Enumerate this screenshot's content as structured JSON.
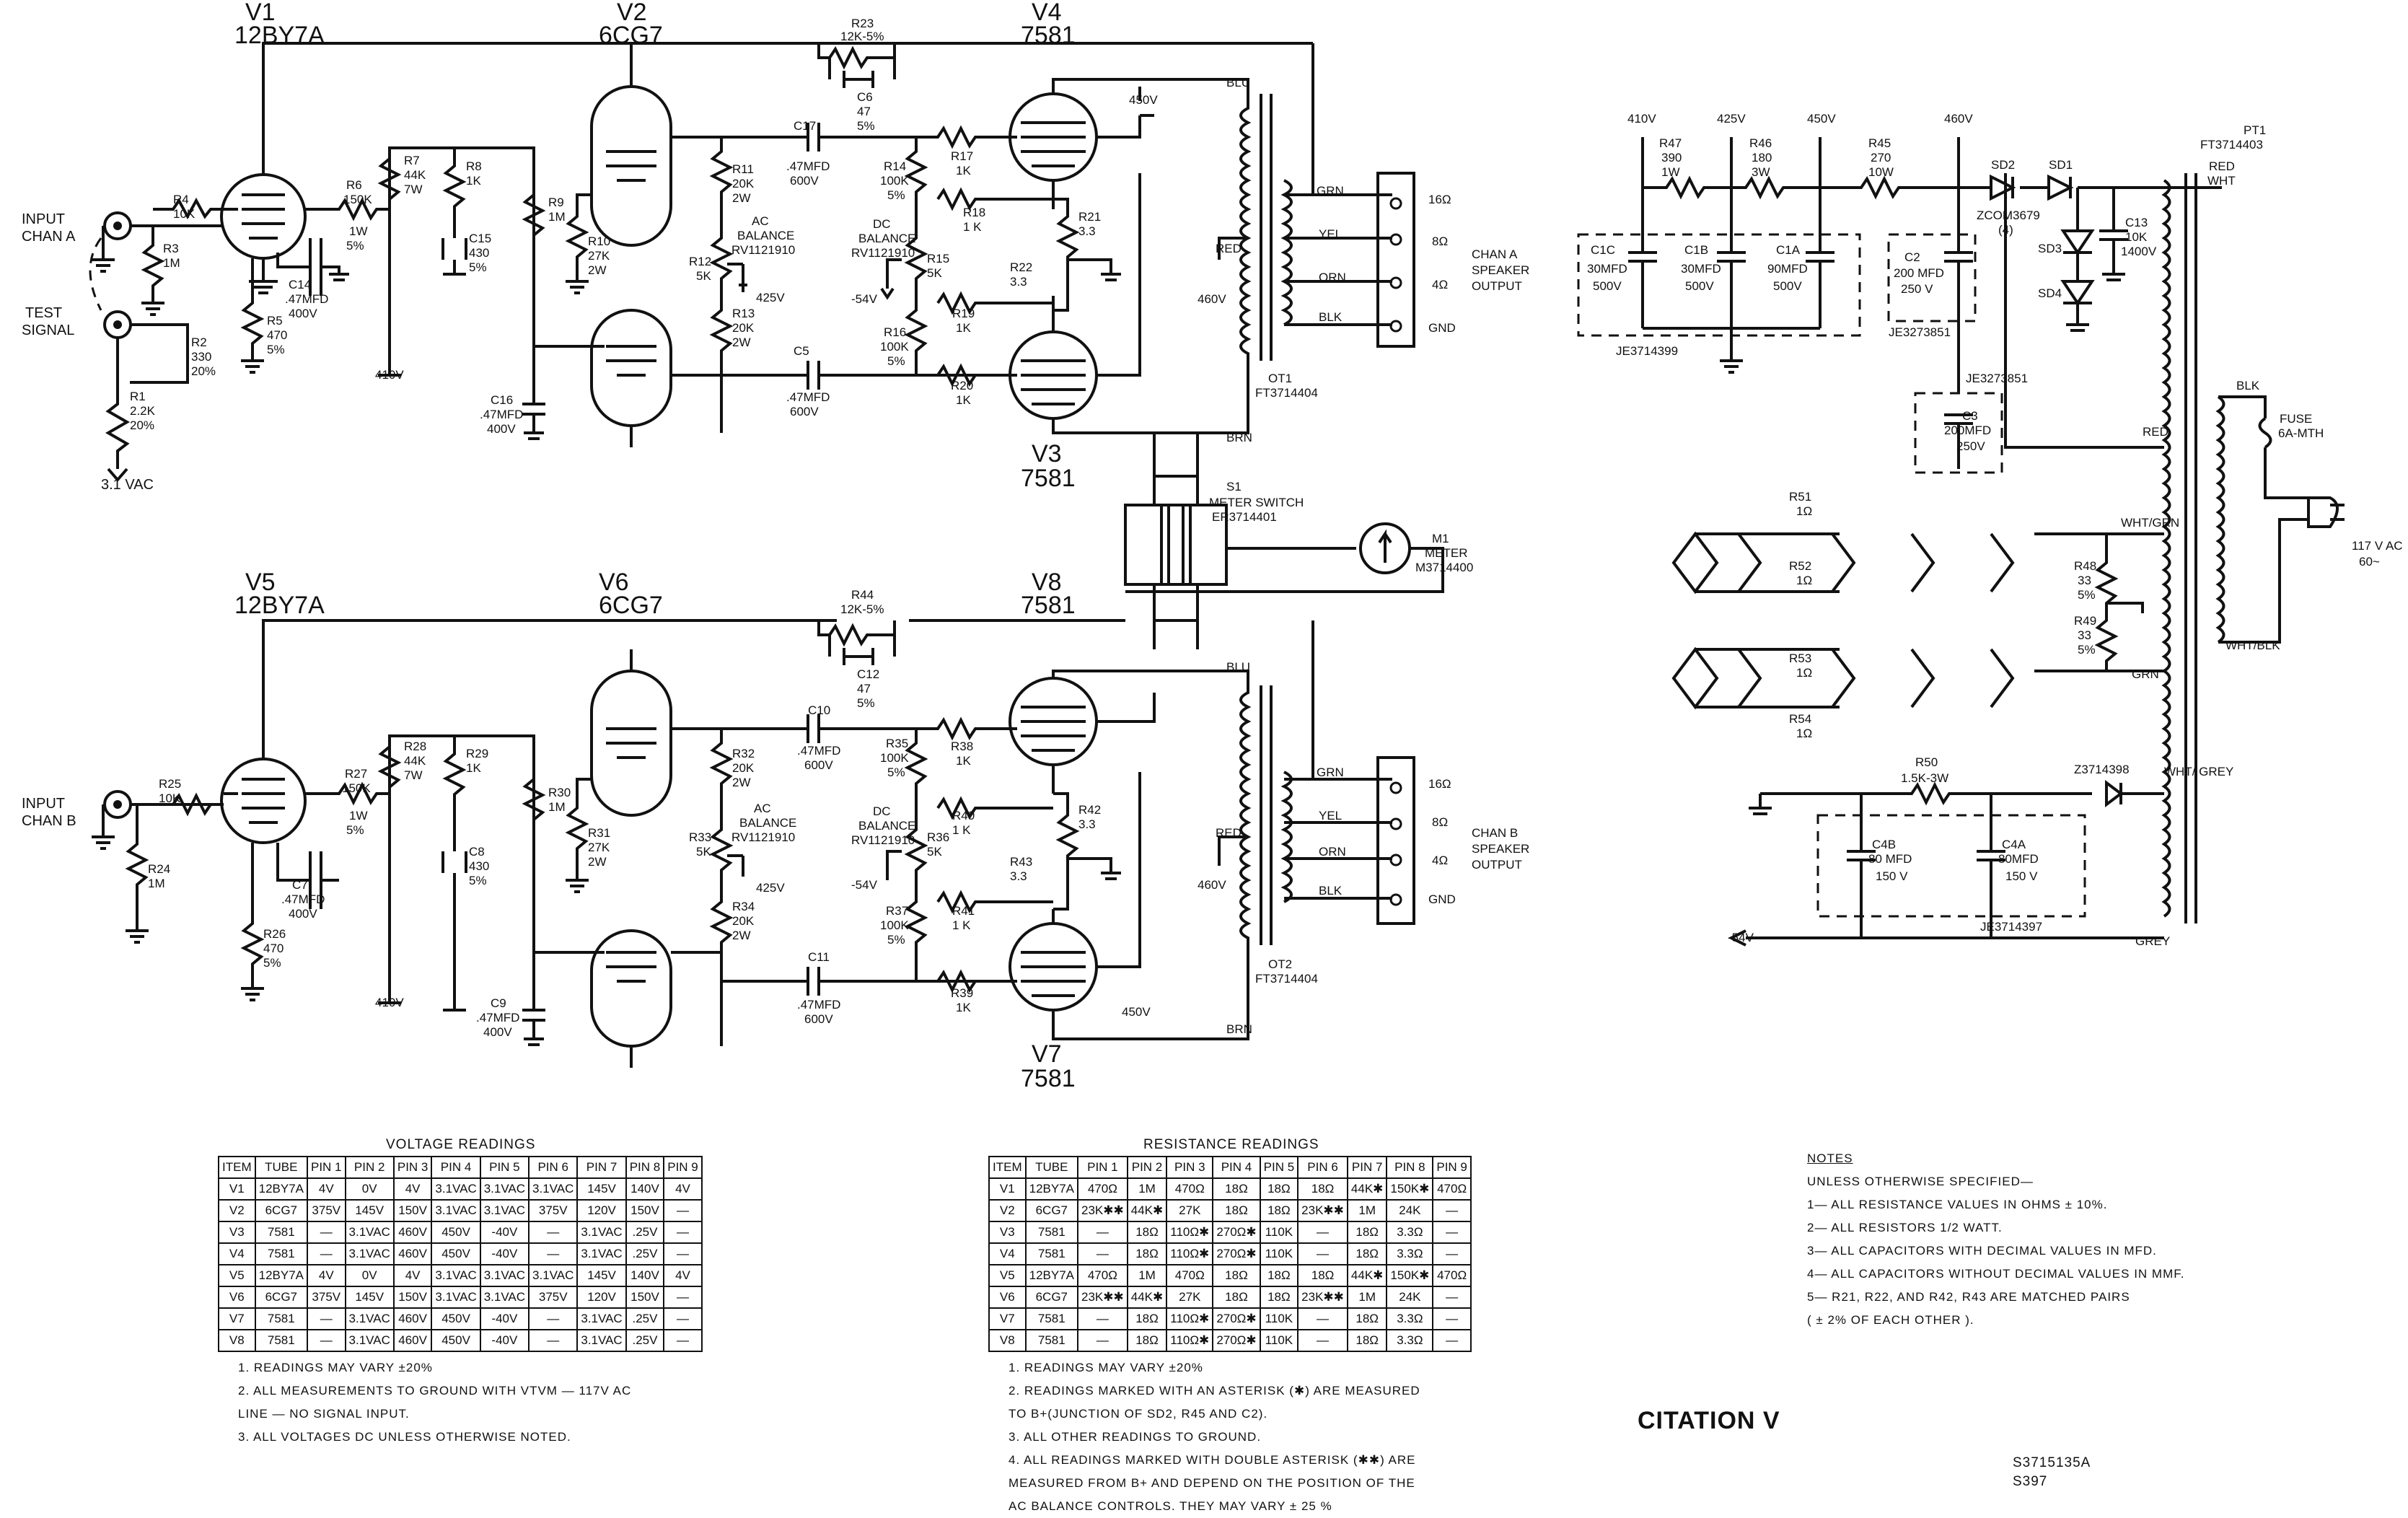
{
  "title": "CITATION V",
  "doc_number": [
    "S3715135A",
    "S397"
  ],
  "tubes": {
    "v1": {
      "ref": "V1",
      "type": "12BY7A"
    },
    "v2": {
      "ref": "V2",
      "type": "6CG7"
    },
    "v3": {
      "ref": "V3",
      "type": "7581"
    },
    "v4": {
      "ref": "V4",
      "type": "7581"
    },
    "v5": {
      "ref": "V5",
      "type": "12BY7A"
    },
    "v6": {
      "ref": "V6",
      "type": "6CG7"
    },
    "v7": {
      "ref": "V7",
      "type": "7581"
    },
    "v8": {
      "ref": "V8",
      "type": "7581"
    }
  },
  "inputs": {
    "chan_a": [
      "INPUT",
      "CHAN A"
    ],
    "test_signal": [
      "TEST",
      "SIGNAL"
    ],
    "chan_b": [
      "INPUT",
      "CHAN B"
    ],
    "supply_31vac": "3.1 VAC"
  },
  "components": {
    "r1": [
      "R1",
      "2.2K",
      "20%"
    ],
    "r2": [
      "R2",
      "330",
      "20%"
    ],
    "r3": [
      "R3",
      "1M"
    ],
    "r4": [
      "R4",
      "10K"
    ],
    "r5": [
      "R5",
      "470",
      "5%"
    ],
    "r6": [
      "R6",
      "150K",
      "1W",
      "5%"
    ],
    "r7": [
      "R7",
      "44K",
      "7W"
    ],
    "r8": [
      "R8",
      "1K"
    ],
    "c14": [
      "C14",
      ".47MFD",
      "400V"
    ],
    "c15": [
      "C15",
      "430",
      "5%"
    ],
    "r9": [
      "R9",
      "1M"
    ],
    "r10": [
      "R10",
      "27K",
      "2W"
    ],
    "c16": [
      "C16",
      ".47MFD",
      "400V"
    ],
    "r11": [
      "R11",
      "20K",
      "2W"
    ],
    "r12": [
      "R12",
      "5K"
    ],
    "ac_bal_a": [
      "AC",
      "BALANCE",
      "RV1121910"
    ],
    "r13": [
      "R13",
      "20K",
      "2W"
    ],
    "c17": [
      "C17",
      ".47MFD",
      "600V"
    ],
    "c5": [
      "C5",
      ".47MFD",
      "600V"
    ],
    "r23": [
      "R23",
      "12K-5%"
    ],
    "c6": [
      "C6",
      "47",
      "5%"
    ],
    "r14": [
      "R14",
      "100K",
      "5%"
    ],
    "r15": [
      "R15",
      "5K"
    ],
    "dc_bal_a": [
      "DC",
      "BALANCE",
      "RV1121910"
    ],
    "r16": [
      "R16",
      "100K",
      "5%"
    ],
    "r17": [
      "R17",
      "1K"
    ],
    "r18": [
      "R18",
      "1 K"
    ],
    "r19": [
      "R19",
      "1K"
    ],
    "r20": [
      "R20",
      "1K"
    ],
    "r21": [
      "R21",
      "3.3"
    ],
    "r22": [
      "R22",
      "3.3"
    ],
    "ot1": [
      "OT1",
      "FT3714404"
    ],
    "r24": [
      "R24",
      "1M"
    ],
    "r25": [
      "R25",
      "10K"
    ],
    "r26": [
      "R26",
      "470",
      "5%"
    ],
    "r27": [
      "R27",
      "150K",
      "1W",
      "5%"
    ],
    "r28": [
      "R28",
      "44K",
      "7W"
    ],
    "r29": [
      "R29",
      "1K"
    ],
    "c7": [
      "C7",
      ".47MFD",
      "400V"
    ],
    "c8": [
      "C8",
      "430",
      "5%"
    ],
    "r30": [
      "R30",
      "1M"
    ],
    "r31": [
      "R31",
      "27K",
      "2W"
    ],
    "c9": [
      "C9",
      ".47MFD",
      "400V"
    ],
    "r32": [
      "R32",
      "20K",
      "2W"
    ],
    "r33": [
      "R33",
      "5K"
    ],
    "ac_bal_b": [
      "AC",
      "BALANCE",
      "RV1121910"
    ],
    "r34": [
      "R34",
      "20K",
      "2W"
    ],
    "c10": [
      "C10",
      ".47MFD",
      "600V"
    ],
    "c11": [
      "C11",
      ".47MFD",
      "600V"
    ],
    "r44": [
      "R44",
      "12K-5%"
    ],
    "c12": [
      "C12",
      "47",
      "5%"
    ],
    "r35": [
      "R35",
      "100K",
      "5%"
    ],
    "r36": [
      "R36",
      "5K"
    ],
    "dc_bal_b": [
      "DC",
      "BALANCE",
      "RV1121910"
    ],
    "r37": [
      "R37",
      "100K",
      "5%"
    ],
    "r38": [
      "R38",
      "1K"
    ],
    "r39": [
      "R39",
      "1K"
    ],
    "r40": [
      "R40",
      "1 K"
    ],
    "r41": [
      "R41",
      "1 K"
    ],
    "r42": [
      "R42",
      "3.3"
    ],
    "r43": [
      "R43",
      "3.3"
    ],
    "ot2": [
      "OT2",
      "FT3714404"
    ],
    "s1": [
      "S1",
      "METER SWITCH",
      "ER3714401"
    ],
    "m1": [
      "M1",
      "METER",
      "M3714400"
    ],
    "r47": [
      "R47",
      "390",
      "1W"
    ],
    "r46": [
      "R46",
      "180",
      "3W"
    ],
    "r45": [
      "R45",
      "270",
      "10W"
    ],
    "c1c": [
      "C1C",
      "30MFD",
      "500V"
    ],
    "c1b": [
      "C1B",
      "30MFD",
      "500V"
    ],
    "c1a": [
      "C1A",
      "90MFD",
      "500V"
    ],
    "je3714399": "JE3714399",
    "c2": [
      "C2",
      "200 MFD",
      "250 V"
    ],
    "je3273851_a": "JE3273851",
    "je3273851_b": "JE3273851",
    "c3": [
      "C3",
      "200MFD",
      "250V"
    ],
    "sd1": "SD1",
    "sd2": "SD2",
    "sd3": "SD3",
    "sd4": "SD4",
    "zcom": [
      "ZCOM3679",
      "(4)"
    ],
    "c13": [
      "C13",
      "10K",
      "1400V"
    ],
    "pt1": [
      "PT1",
      "FT3714403"
    ],
    "fuse": [
      "FUSE",
      "6A-MTH"
    ],
    "mains": [
      "117 V AC",
      "60~"
    ],
    "r51": [
      "R51",
      "1Ω"
    ],
    "r52": [
      "R52",
      "1Ω"
    ],
    "r53": [
      "R53",
      "1Ω"
    ],
    "r54": [
      "R54",
      "1Ω"
    ],
    "r48": [
      "R48",
      "33",
      "5%"
    ],
    "r49": [
      "R49",
      "33",
      "5%"
    ],
    "r50": [
      "R50",
      "1.5K-3W"
    ],
    "z3714398": "Z3714398",
    "c4b": [
      "C4B",
      "80 MFD",
      "150 V"
    ],
    "c4a": [
      "C4A",
      "80MFD",
      "150 V"
    ],
    "je3714397": "JE3714397"
  },
  "voltages": {
    "v410": "410V",
    "v425": "425V",
    "v450": "450V",
    "v460": "460V",
    "vneg54": "-54V",
    "vneg54_ps": "-54V"
  },
  "speaker": {
    "labels_a": [
      "CHAN A",
      "SPEAKER",
      "OUTPUT"
    ],
    "labels_b": [
      "CHAN B",
      "SPEAKER",
      "OUTPUT"
    ],
    "taps": [
      "16Ω",
      "8Ω",
      "4Ω",
      "GND"
    ]
  },
  "wire_colors": [
    "BLU",
    "GRN",
    "YEL",
    "ORN",
    "BLK",
    "RED",
    "BRN",
    "WHT",
    "GREY",
    "WHT/GRN",
    "WHT/BLK",
    "WHT/ GREY"
  ],
  "voltage_table": {
    "title": "VOLTAGE READINGS",
    "headers": [
      "ITEM",
      "TUBE",
      "PIN 1",
      "PIN 2",
      "PIN 3",
      "PIN 4",
      "PIN 5",
      "PIN 6",
      "PIN 7",
      "PIN 8",
      "PIN 9"
    ],
    "rows": [
      [
        "V1",
        "12BY7A",
        "4V",
        "0V",
        "4V",
        "3.1VAC",
        "3.1VAC",
        "3.1VAC",
        "145V",
        "140V",
        "4V"
      ],
      [
        "V2",
        "6CG7",
        "375V",
        "145V",
        "150V",
        "3.1VAC",
        "3.1VAC",
        "375V",
        "120V",
        "150V",
        "—"
      ],
      [
        "V3",
        "7581",
        "—",
        "3.1VAC",
        "460V",
        "450V",
        "-40V",
        "—",
        "3.1VAC",
        ".25V",
        "—"
      ],
      [
        "V4",
        "7581",
        "—",
        "3.1VAC",
        "460V",
        "450V",
        "-40V",
        "—",
        "3.1VAC",
        ".25V",
        "—"
      ],
      [
        "V5",
        "12BY7A",
        "4V",
        "0V",
        "4V",
        "3.1VAC",
        "3.1VAC",
        "3.1VAC",
        "145V",
        "140V",
        "4V"
      ],
      [
        "V6",
        "6CG7",
        "375V",
        "145V",
        "150V",
        "3.1VAC",
        "3.1VAC",
        "375V",
        "120V",
        "150V",
        "—"
      ],
      [
        "V7",
        "7581",
        "—",
        "3.1VAC",
        "460V",
        "450V",
        "-40V",
        "—",
        "3.1VAC",
        ".25V",
        "—"
      ],
      [
        "V8",
        "7581",
        "—",
        "3.1VAC",
        "460V",
        "450V",
        "-40V",
        "—",
        "3.1VAC",
        ".25V",
        "—"
      ]
    ],
    "notes": [
      "1.  READINGS MAY VARY ±20%",
      "2.  ALL MEASUREMENTS TO GROUND WITH VTVM — 117V AC",
      "     LINE — NO SIGNAL INPUT.",
      "3.  ALL VOLTAGES DC UNLESS OTHERWISE NOTED."
    ]
  },
  "resistance_table": {
    "title": "RESISTANCE READINGS",
    "headers": [
      "ITEM",
      "TUBE",
      "PIN 1",
      "PIN 2",
      "PIN 3",
      "PIN 4",
      "PIN 5",
      "PIN 6",
      "PIN 7",
      "PIN 8",
      "PIN 9"
    ],
    "rows": [
      [
        "V1",
        "12BY7A",
        "470Ω",
        "1M",
        "470Ω",
        "18Ω",
        "18Ω",
        "18Ω",
        "44K✱",
        "150K✱",
        "470Ω"
      ],
      [
        "V2",
        "6CG7",
        "23K✱✱",
        "44K✱",
        "27K",
        "18Ω",
        "18Ω",
        "23K✱✱",
        "1M",
        "24K",
        "—"
      ],
      [
        "V3",
        "7581",
        "—",
        "18Ω",
        "110Ω✱",
        "270Ω✱",
        "110K",
        "—",
        "18Ω",
        "3.3Ω",
        "—"
      ],
      [
        "V4",
        "7581",
        "—",
        "18Ω",
        "110Ω✱",
        "270Ω✱",
        "110K",
        "—",
        "18Ω",
        "3.3Ω",
        "—"
      ],
      [
        "V5",
        "12BY7A",
        "470Ω",
        "1M",
        "470Ω",
        "18Ω",
        "18Ω",
        "18Ω",
        "44K✱",
        "150K✱",
        "470Ω"
      ],
      [
        "V6",
        "6CG7",
        "23K✱✱",
        "44K✱",
        "27K",
        "18Ω",
        "18Ω",
        "23K✱✱",
        "1M",
        "24K",
        "—"
      ],
      [
        "V7",
        "7581",
        "—",
        "18Ω",
        "110Ω✱",
        "270Ω✱",
        "110K",
        "—",
        "18Ω",
        "3.3Ω",
        "—"
      ],
      [
        "V8",
        "7581",
        "—",
        "18Ω",
        "110Ω✱",
        "270Ω✱",
        "110K",
        "—",
        "18Ω",
        "3.3Ω",
        "—"
      ]
    ],
    "notes": [
      "1.  READINGS MAY VARY ±20%",
      "2.  READINGS MARKED WITH AN ASTERISK (✱) ARE MEASURED",
      "     TO B+(JUNCTION OF SD2, R45 AND C2).",
      "3.  ALL OTHER READINGS TO GROUND.",
      "4.  ALL READINGS MARKED WITH DOUBLE ASTERISK (✱✱) ARE",
      "     MEASURED FROM B+ AND DEPEND ON THE POSITION OF THE",
      "     AC BALANCE CONTROLS.  THEY MAY VARY ± 25 %"
    ]
  },
  "notes": {
    "heading": "NOTES",
    "lines": [
      "UNLESS OTHERWISE SPECIFIED—",
      "1— ALL  RESISTANCE  VALUES  IN  OHMS  ± 10%.",
      "2— ALL  RESISTORS  1/2  WATT.",
      "3— ALL  CAPACITORS  WITH  DECIMAL  VALUES  IN  MFD.",
      "4— ALL  CAPACITORS  WITHOUT  DECIMAL  VALUES  IN  MMF.",
      "5— R21, R22, AND  R42, R43  ARE  MATCHED  PAIRS",
      "     ( ± 2%  OF  EACH  OTHER )."
    ]
  }
}
